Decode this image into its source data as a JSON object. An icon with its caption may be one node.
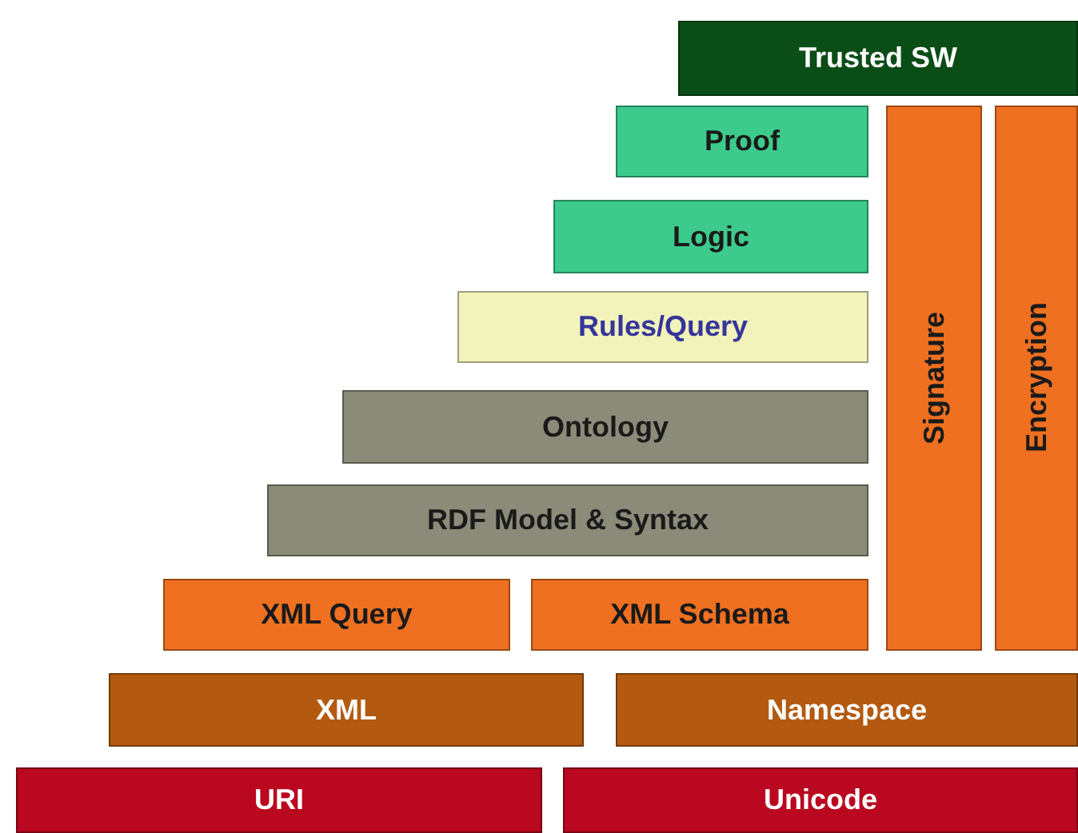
{
  "diagram": {
    "nodes": [
      {
        "text": [
          "Trusted SW"
        ]
      },
      {
        "text": [
          "Proof"
        ]
      },
      {
        "text": [
          "Logic"
        ]
      },
      {
        "text": [
          "Rules/Query"
        ]
      },
      {
        "text": [
          "Ontology"
        ]
      },
      {
        "text": [
          "RDF Model & Syntax"
        ]
      },
      {
        "text": [
          "XML Query"
        ]
      },
      {
        "text": [
          "XML Schema"
        ]
      },
      {
        "text": [
          "Signature"
        ]
      },
      {
        "text": [
          "Encryption"
        ]
      },
      {
        "text": [
          "XML"
        ]
      },
      {
        "text": [
          "Namespace"
        ]
      },
      {
        "text": [
          "URI"
        ]
      },
      {
        "text": [
          "Unicode"
        ]
      }
    ]
  }
}
